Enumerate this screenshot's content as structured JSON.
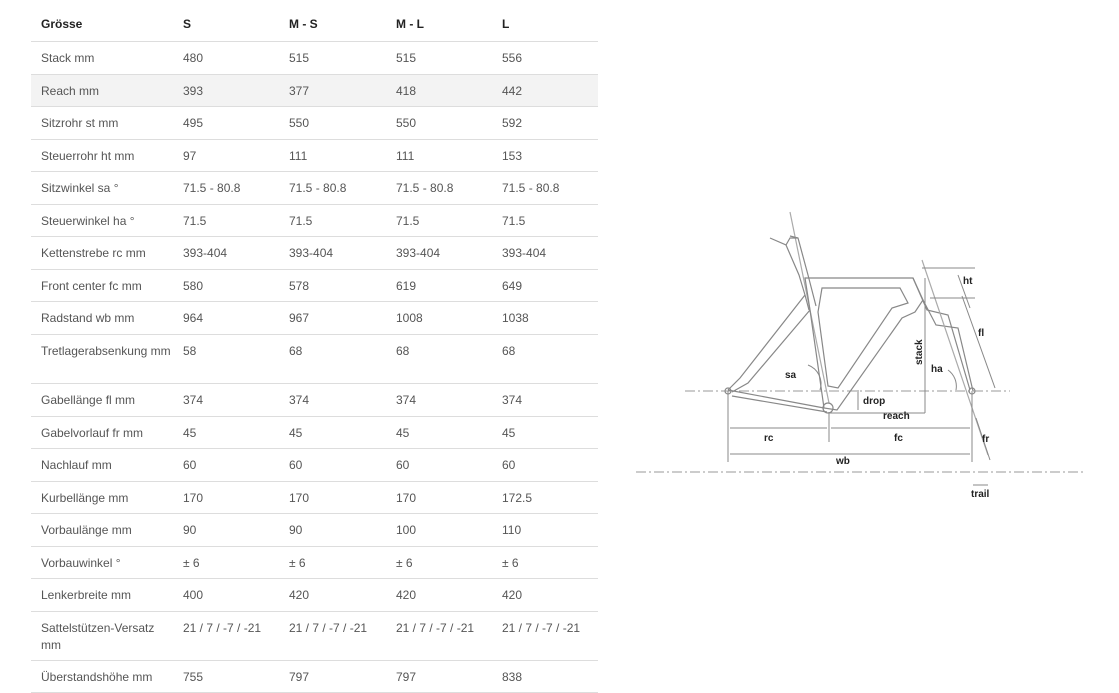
{
  "table": {
    "headers": [
      "Grösse",
      "S",
      "M - S",
      "M - L",
      "L"
    ],
    "rows": [
      {
        "label": "Stack mm",
        "values": [
          "480",
          "515",
          "515",
          "556"
        ]
      },
      {
        "label": "Reach mm",
        "values": [
          "393",
          "377",
          "418",
          "442"
        ]
      },
      {
        "label": "Sitzrohr st mm",
        "values": [
          "495",
          "550",
          "550",
          "592"
        ]
      },
      {
        "label": "Steuerrohr ht mm",
        "values": [
          "97",
          "111",
          "111",
          "153"
        ]
      },
      {
        "label": "Sitzwinkel sa °",
        "values": [
          "71.5 - 80.8",
          "71.5 - 80.8",
          "71.5 - 80.8",
          "71.5 - 80.8"
        ]
      },
      {
        "label": "Steuerwinkel ha °",
        "values": [
          "71.5",
          "71.5",
          "71.5",
          "71.5"
        ]
      },
      {
        "label": "Kettenstrebe rc mm",
        "values": [
          "393-404",
          "393-404",
          "393-404",
          "393-404"
        ]
      },
      {
        "label": "Front center fc mm",
        "values": [
          "580",
          "578",
          "619",
          "649"
        ]
      },
      {
        "label": "Radstand wb mm",
        "values": [
          "964",
          "967",
          "1008",
          "1038"
        ]
      },
      {
        "label": "Tretlagerabsenkung mm",
        "values": [
          "58",
          "68",
          "68",
          "68"
        ]
      },
      {
        "label": "Gabellänge fl mm",
        "values": [
          "374",
          "374",
          "374",
          "374"
        ]
      },
      {
        "label": "Gabelvorlauf fr mm",
        "values": [
          "45",
          "45",
          "45",
          "45"
        ]
      },
      {
        "label": "Nachlauf mm",
        "values": [
          "60",
          "60",
          "60",
          "60"
        ]
      },
      {
        "label": "Kurbellänge mm",
        "values": [
          "170",
          "170",
          "170",
          "172.5"
        ]
      },
      {
        "label": "Vorbaulänge mm",
        "values": [
          "90",
          "90",
          "100",
          "110"
        ]
      },
      {
        "label": "Vorbauwinkel °",
        "values": [
          "± 6",
          "± 6",
          "± 6",
          "± 6"
        ]
      },
      {
        "label": "Lenkerbreite mm",
        "values": [
          "400",
          "420",
          "420",
          "420"
        ]
      },
      {
        "label": "Sattelstützen-Versatz mm",
        "values": [
          "21 / 7 / -7 / -21",
          "21 / 7 / -7 / -21",
          "21 / 7 / -7 / -21",
          "21 / 7 / -7 / -21"
        ]
      },
      {
        "label": "Überstandshöhe mm",
        "values": [
          "755",
          "797",
          "797",
          "838"
        ]
      }
    ]
  },
  "diagram": {
    "labels": {
      "ht": "ht",
      "fl": "fl",
      "stack": "stack",
      "ha": "ha",
      "sa": "sa",
      "drop": "drop",
      "reach": "reach",
      "rc": "rc",
      "fc": "fc",
      "fr": "fr",
      "wb": "wb",
      "trail": "trail"
    }
  }
}
